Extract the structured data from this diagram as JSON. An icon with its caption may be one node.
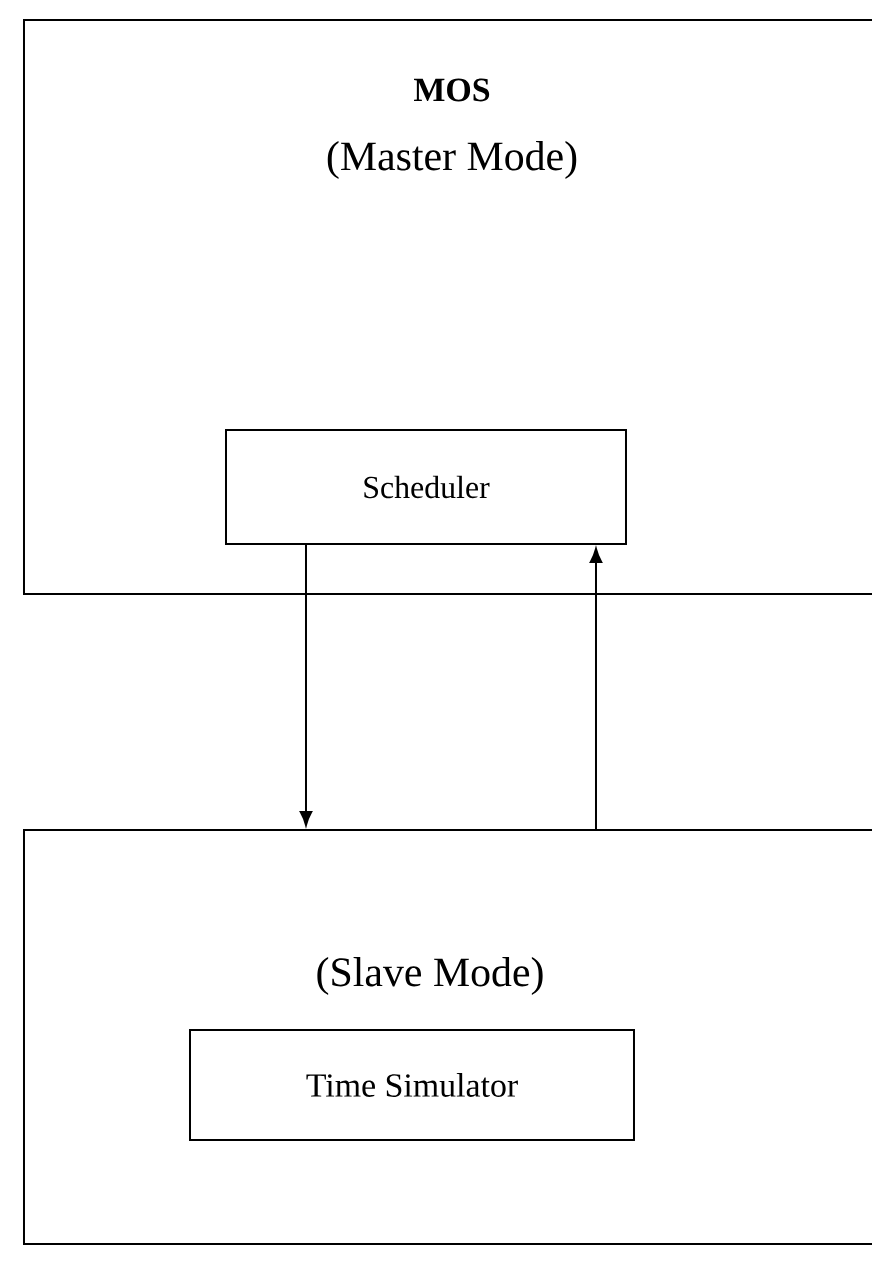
{
  "diagram": {
    "nodes": [
      {
        "text": [
          "MOS",
          "(Master Mode)"
        ]
      },
      {
        "text": [
          "Scheduler"
        ],
        "in": 0
      },
      {
        "text": [
          "(Slave Mode)"
        ]
      },
      {
        "text": [
          "Time Simulator"
        ],
        "in": 2
      }
    ],
    "edges": [
      {
        "from": 1,
        "to": 2,
        "arrow": "to"
      },
      {
        "from": 2,
        "to": 1,
        "arrow": "to"
      }
    ]
  }
}
